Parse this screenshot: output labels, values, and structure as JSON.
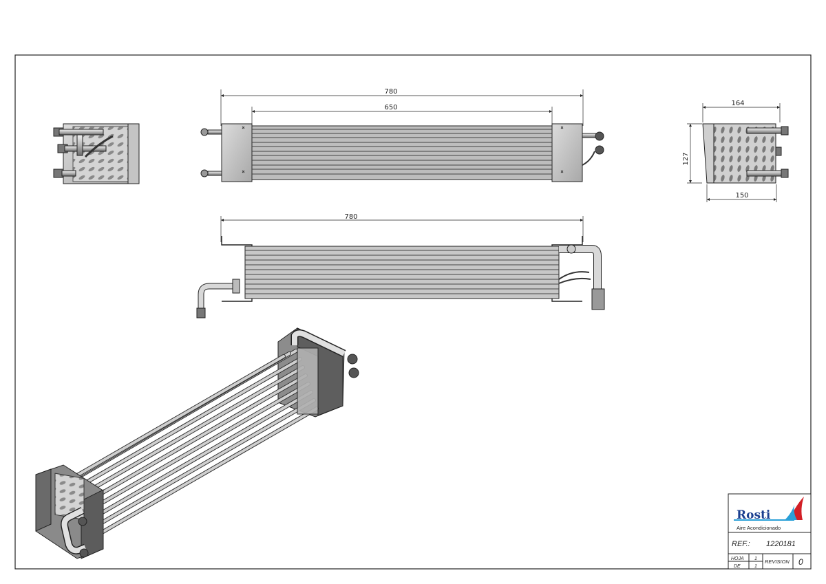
{
  "dimensions": {
    "front_overall": "780",
    "front_inner": "650",
    "top_overall": "780",
    "side_width_top": "164",
    "side_height": "127",
    "side_width_bottom": "150"
  },
  "title_block": {
    "company": "Rosti",
    "tagline": "Aire Acondicionado",
    "ref_label": "REF.:",
    "ref_value": "1220181",
    "hoja_label": "HOJA",
    "hoja_value": "1",
    "de_label": "DE",
    "de_value": "1",
    "revision_label": "REVISION",
    "revision_value": "0"
  },
  "colors": {
    "line": "#222222",
    "metal": "#b8b8b8",
    "metal_dark": "#6e6e6e",
    "plate": "#c9c9c9",
    "logo_blue": "#1b3f8f",
    "logo_red": "#d21f26",
    "logo_cyan": "#2aa0d8"
  }
}
